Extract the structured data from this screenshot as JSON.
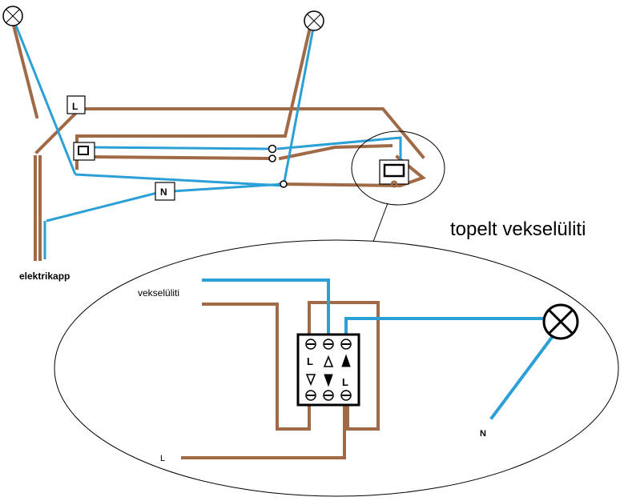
{
  "labels": {
    "title": "topelt vekselüliti",
    "elektrikapp": "elektrikapp",
    "vekselyliti": "vekselüliti",
    "l_box": "L",
    "n_box": "N",
    "l_line": "L",
    "n_line": "N",
    "term_l_top": "L",
    "term_l_bottom": "L"
  },
  "colors": {
    "live_wire": "#a06a46",
    "neutral_wire": "#2aa0d6"
  }
}
